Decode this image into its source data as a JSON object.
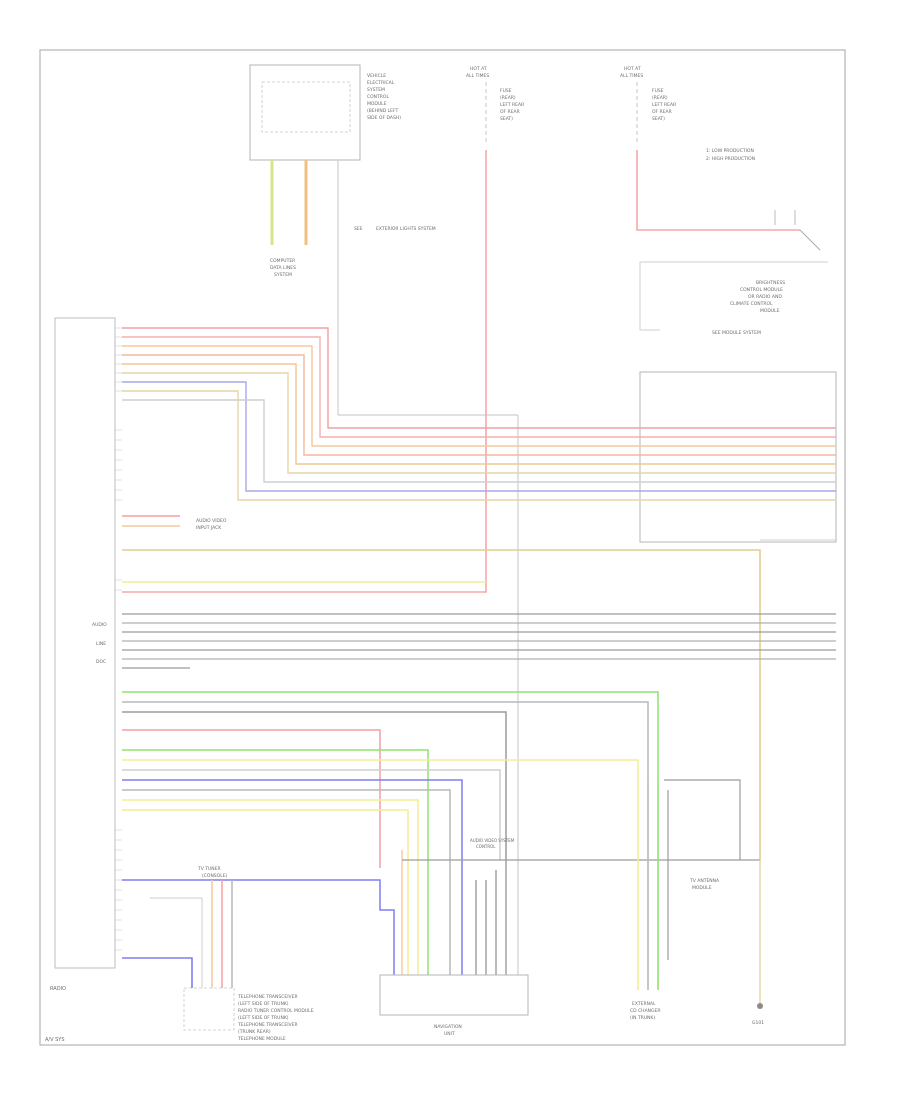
{
  "diagram": {
    "main_module_label": "RADIO",
    "footer_label": "A/V SYS",
    "top_module_label": [
      "VEHICLE",
      "ELECTRICAL",
      "SYSTEM",
      "CONTROL",
      "MODULE",
      "(BEHIND LEFT",
      "SIDE OF DASH)"
    ],
    "fuse_box_1_head": [
      "HOT AT",
      "ALL TIMES"
    ],
    "fuse_box_1_label": [
      "FUSE",
      "(REAR)",
      "LEFT REAR",
      "OF REAR",
      "SEAT)"
    ],
    "fuse_box_2_head": [
      "HOT AT",
      "ALL TIMES"
    ],
    "fuse_box_2_label": [
      "FUSE",
      "(REAR)",
      "LEFT REAR",
      "OF REAR",
      "SEAT)"
    ],
    "legend": [
      "1: LOW PRODUCTION",
      "2: HIGH PRODUCTION"
    ],
    "see_exterior_lights": "EXTERIOR LIGHTS SYSTEM",
    "see_see_label": "SEE",
    "data_bus_label": [
      "COMPUTER",
      "DATA LINES",
      "SYSTEM"
    ],
    "headset_module_label": [
      "BRIGHTNESS",
      "CONTROL MODULE",
      "OR RADIO AND",
      "CLIMATE CONTROL",
      "MODULE"
    ],
    "see_module_system": "SEE MODULE SYSTEM",
    "navigation_unit_label": [
      "NAVIGATION",
      "UNIT"
    ],
    "radio_relay_label": [
      "AUDIO VIDEO SYSTEM",
      "CONTROL"
    ],
    "audio_input_label": [
      "AUDIO VIDEO",
      "INPUT JACK"
    ],
    "antenna_label": [
      "TV ANTENNA",
      "MODULE"
    ],
    "tuner_label": [
      "TV TUNER",
      "(CONSOLE)"
    ],
    "cd_label": [
      "EXTERNAL",
      "CD CHANGER",
      "(IN TRUNK)"
    ],
    "bottom_module_label": [
      "TELEPHONE TRANSCEIVER",
      "(LEFT SIDE OF TRUNK)",
      "RADIO TUNER CONTROL MODULE",
      "(LEFT SIDE OF TRUNK)",
      "TELEPHONE TRANSCEIVER",
      "(TRUNK REAR)",
      "TELEPHONE MODULE"
    ],
    "ground_label": "G101",
    "bus_labels": [
      "AUDIO",
      "LINE",
      "DOC"
    ],
    "colors": {
      "red": "#f2a0a0",
      "pink": "#f0b8c0",
      "orange": "#f4c89a",
      "tan": "#e6d6a6",
      "yellow": "#f2ee92",
      "green": "#8fe26f",
      "blue": "#7f7ff2",
      "gray": "#9c9c9c",
      "ltgray": "#cfcfcf",
      "frame": "#b5b5b5"
    }
  }
}
